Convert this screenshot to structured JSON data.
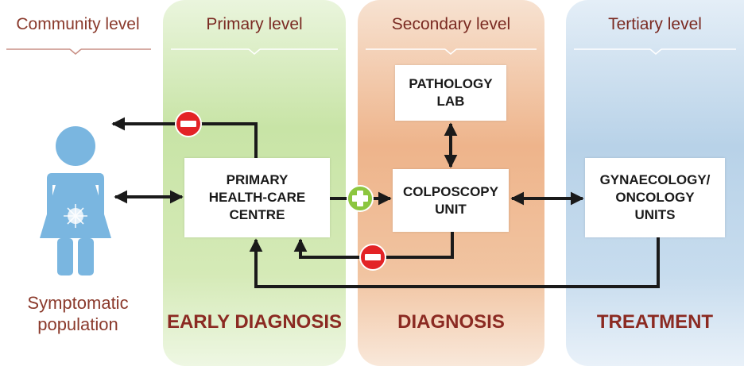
{
  "levels": {
    "community": "Community level",
    "primary": "Primary level",
    "secondary": "Secondary level",
    "tertiary": "Tertiary level"
  },
  "boxes": {
    "pathology": [
      "PATHOLOGY",
      "LAB"
    ],
    "phc": [
      "PRIMARY",
      "HEALTH-CARE",
      "CENTRE"
    ],
    "colposcopy": [
      "COLPOSCOPY",
      "UNIT"
    ],
    "gynaecology": [
      "GYNAECOLOGY/",
      "ONCOLOGY",
      "UNITS"
    ]
  },
  "population": [
    "Symptomatic",
    "population"
  ],
  "stages": {
    "early": "EARLY DIAGNOSIS",
    "diagnosis": "DIAGNOSIS",
    "treatment": "TREATMENT"
  },
  "colors": {
    "label_text": "#7a2a22",
    "stage_text": "#8b2a22",
    "negative": "#e32326",
    "positive": "#8cc63f",
    "person": "#7ab6e0",
    "arrow": "#1a1a1a"
  },
  "icons": [
    "person-icon",
    "minus-circle-icon",
    "plus-circle-icon"
  ]
}
